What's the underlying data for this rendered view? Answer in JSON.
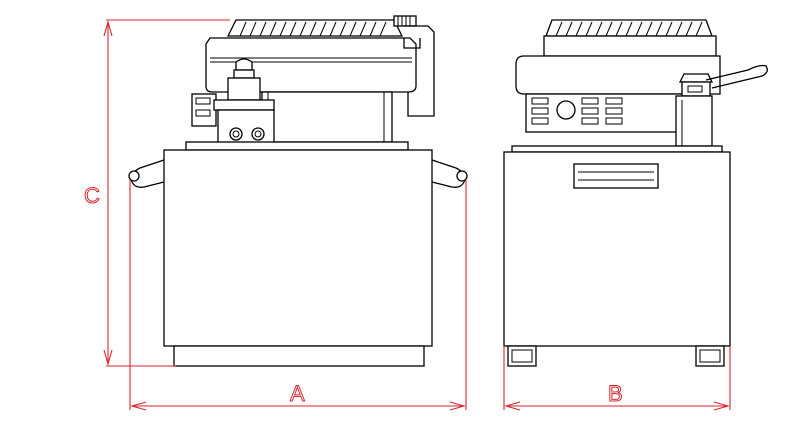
{
  "dimensions": {
    "width_label": "A",
    "depth_label": "B",
    "height_label": "C"
  },
  "colors": {
    "line": "#000000",
    "dimension": "#d9262f",
    "background": "#ffffff"
  }
}
